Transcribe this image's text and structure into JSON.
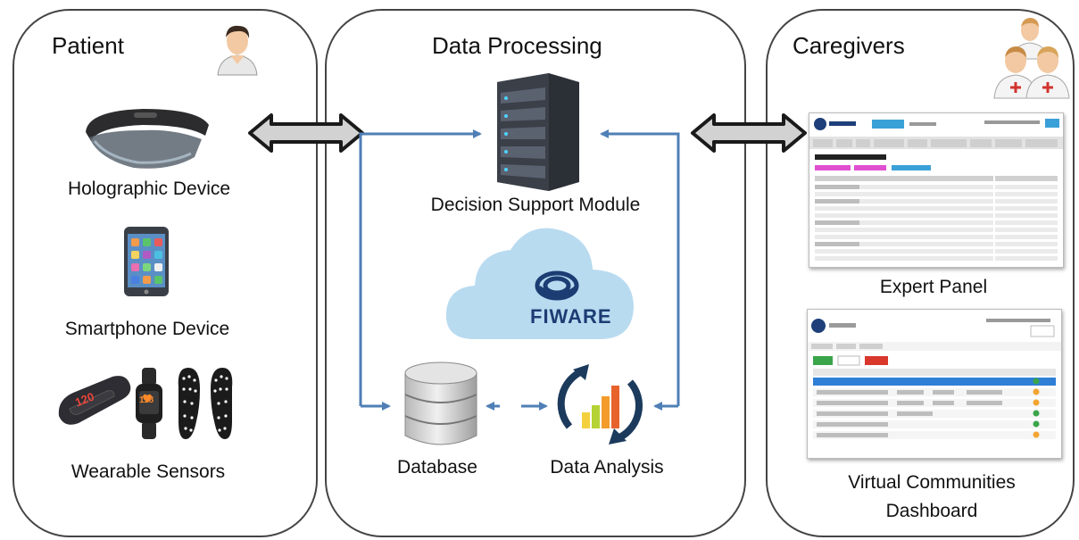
{
  "patient": {
    "title": "Patient",
    "holographic": "Holographic Device",
    "smartphone": "Smartphone Device",
    "wearable": "Wearable Sensors",
    "band_value": "120",
    "hr_value": "118"
  },
  "processing": {
    "title": "Data Processing",
    "decision": "Decision Support Module",
    "fiware": "FIWARE",
    "database": "Database",
    "analysis": "Data Analysis"
  },
  "caregivers": {
    "title": "Caregivers",
    "expert": "Expert Panel",
    "virtual_line1": "Virtual Communities",
    "virtual_line2": "Dashboard"
  },
  "colors": {
    "arrow_blue": "#4f7fb6",
    "panel_border": "#444444",
    "cloud": "#b9dbf0"
  }
}
